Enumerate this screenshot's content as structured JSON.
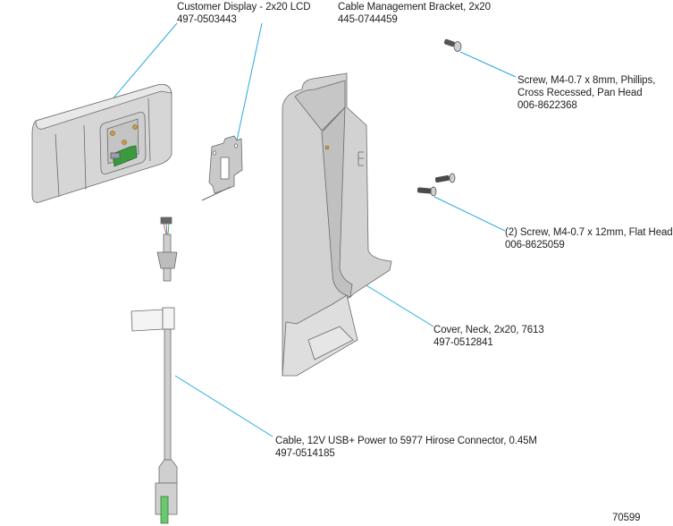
{
  "callouts": {
    "customer_display": {
      "name": "Customer Display - 2x20 LCD",
      "part_number": "497-0503443"
    },
    "bracket": {
      "name": "Cable Management Bracket, 2x20",
      "part_number": "445-0744459"
    },
    "screw_pan": {
      "name_line1": "Screw, M4-0.7 x 8mm, Phillips,",
      "name_line2": "Cross Recessed, Pan Head",
      "part_number": "006-8622368"
    },
    "screw_flat": {
      "name": "(2) Screw, M4-0.7 x 12mm, Flat Head",
      "part_number": "006-8625059"
    },
    "neck_cover": {
      "name": "Cover, Neck, 2x20, 7613",
      "part_number": "497-0512841"
    },
    "cable": {
      "name": "Cable, 12V USB+ Power to 5977 Hirose Connector, 0.45M",
      "part_number": "497-0514185"
    }
  },
  "figure_number": "70599",
  "colors": {
    "leader_line": "#29a8e0",
    "part_gray": "#d4d4d4",
    "part_outline": "#6a6a6a",
    "pcb_green": "#3a9a3e",
    "connector_green": "#6cc86c",
    "brass": "#c89a40"
  }
}
